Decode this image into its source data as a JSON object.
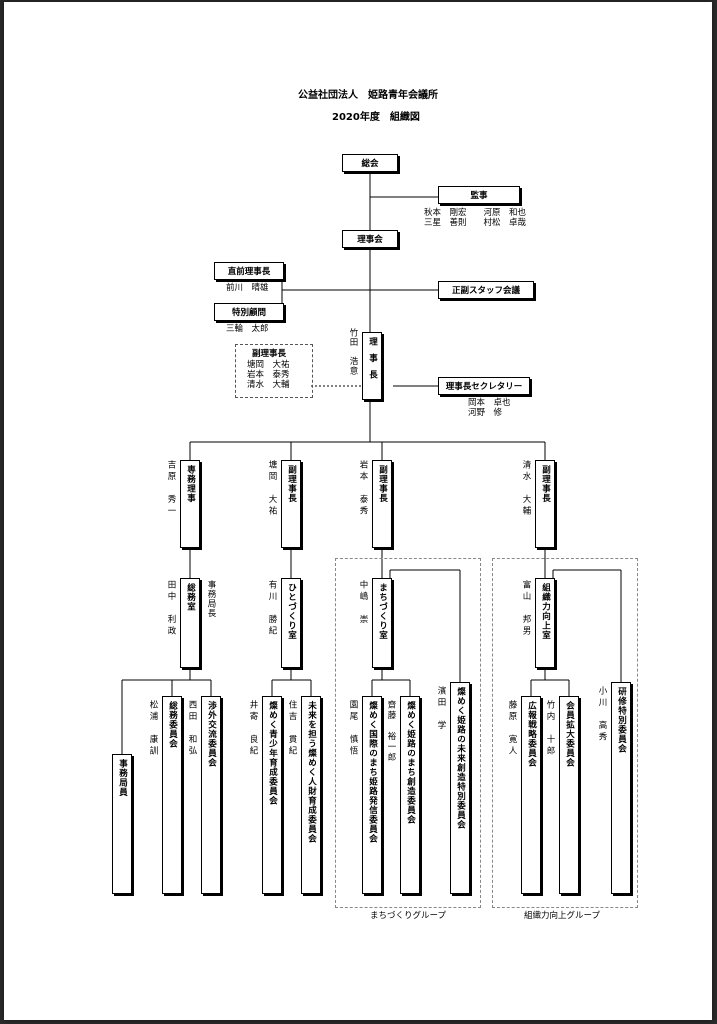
{
  "header": {
    "org": "公益社団法人　姫路青年会議所",
    "title": "2020年度　組織図"
  },
  "general_assembly": "総会",
  "auditors": {
    "label": "監事",
    "row1": "秋本　剛宏　　河原　和也",
    "row2": "三星　善則　　村松　卓哉"
  },
  "board": "理事会",
  "past_president": {
    "label": "直前理事長",
    "name": "前川　晴雄"
  },
  "special_advisor": {
    "label": "特別顧問",
    "name": "三輪　太郎"
  },
  "vp_staff_meeting": "正副スタッフ会議",
  "president": {
    "label": "理事長",
    "name": "竹田　浩意"
  },
  "vice_presidents_box": {
    "label": "副理事長",
    "row1": "塘岡　大祐",
    "row2": "岩本　泰秀",
    "row3": "清水　大輔"
  },
  "president_secretary": {
    "label": "理事長セクレタリー",
    "name1": "岡本　卓也",
    "name2": "河野　修"
  },
  "executive_director": {
    "label": "専務理事",
    "name": "吉原　秀一"
  },
  "vp1": {
    "label": "副理事長",
    "name": "塘岡　大祐"
  },
  "vp2": {
    "label": "副理事長",
    "name": "岩本　泰秀"
  },
  "vp3": {
    "label": "副理事長",
    "name": "清水　大輔"
  },
  "general_affairs": {
    "label": "総務室",
    "name": "田中　利政",
    "role": "事務局長"
  },
  "hitozukuri_office": {
    "label": "ひとづくり室",
    "name": "有川　勝紀"
  },
  "machizukuri_office": {
    "label": "まちづくり室",
    "name": "中嶋　崇"
  },
  "organization_office": {
    "label": "組織力向上室",
    "name": "富山　邦男"
  },
  "committees": {
    "secretariat": "事務局員",
    "general_affairs_committee": {
      "label": "総務委員会",
      "chair": "松浦　康訓"
    },
    "international_committee": {
      "label": "渉外交流委員会",
      "chair": "西田　和弘"
    },
    "youth_committee": {
      "label": "燦めく青少年育成委員会",
      "chair": "井寄　良紀"
    },
    "talent_committee": {
      "label": "未来を担う燦めく人財育成委員会",
      "chair": "住吉　貫紀"
    },
    "international_city_committee": {
      "label": "燦めく国際のまち姫路発信委員会",
      "chair": "園尾　慎悟"
    },
    "city_creation_committee": {
      "label": "燦めく姫路のまち創造委員会",
      "chair": "齋藤　裕一郎"
    },
    "future_special_committee": {
      "label": "燦めく姫路の未来創造特別委員会",
      "chair": "濱田　学"
    },
    "pr_committee": {
      "label": "広報戦略委員会",
      "chair": "藤原　寛人"
    },
    "membership_committee": {
      "label": "会員拡大委員会",
      "chair": "竹内　十郎"
    },
    "training_committee": {
      "label": "研修特別委員会",
      "chair": "小川　高秀"
    }
  },
  "groups": {
    "machizukuri": "まちづくりグループ",
    "organization": "組織力向上グループ"
  }
}
